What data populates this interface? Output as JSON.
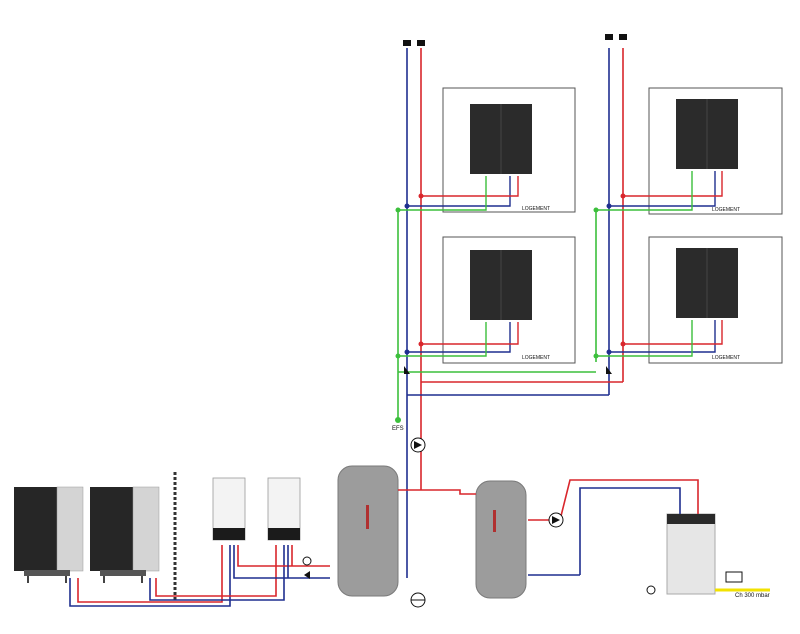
{
  "colors": {
    "hot": "#d9262c",
    "cold": "#1f2f8f",
    "green": "#3cbf3c",
    "black": "#111111",
    "yellow": "#f2e200",
    "casing_dark": "#262626",
    "casing_light": "#d4d4d4",
    "tank": "#9c9c9c"
  },
  "apartments": [
    {
      "label": "LOGEMENT"
    },
    {
      "label": "LOGEMENT"
    },
    {
      "label": "LOGEMENT"
    },
    {
      "label": "LOGEMENT"
    }
  ],
  "labels": {
    "efs": "EFS",
    "meter_left": "Ⓜ",
    "meter_right": "Ⓜ",
    "valve_note": "Ch 300 mbar"
  },
  "icons": {
    "pump": "pump-icon",
    "valve": "valve-icon",
    "tap": "tap-icon",
    "expansion": "expansion-vessel-icon",
    "gas_cock": "gas-cock-icon"
  }
}
